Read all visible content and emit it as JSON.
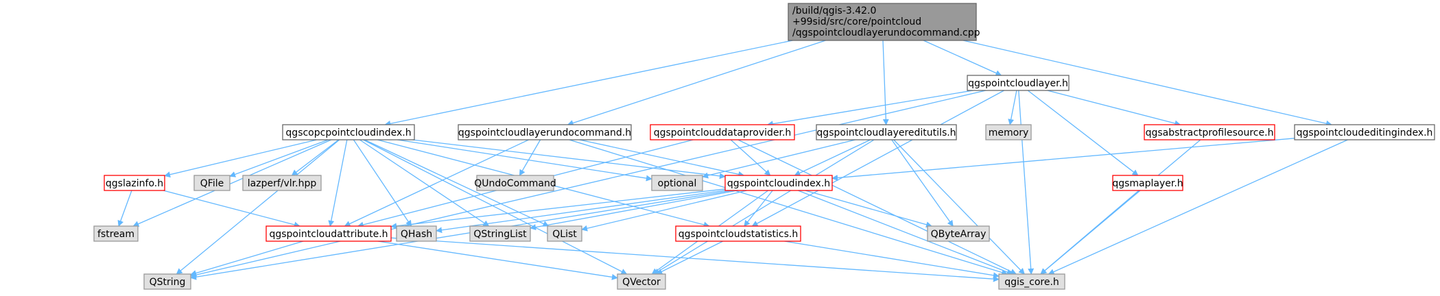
{
  "style": {
    "edge_color": "#63b8ff",
    "root_fill": "#999999",
    "root_border": "#666666",
    "doc_fill": "#ffffff",
    "doc_border": "#666666",
    "highlighted_border": "#ff0000",
    "external_fill": "#e0e0e0",
    "external_border": "#999999"
  },
  "nodes": [
    {
      "id": "root",
      "kind": "root",
      "lines": [
        "/build/qgis-3.42.0",
        "+99sid/src/core/pointcloud",
        "/qgspointcloudlayerundocommand.cpp"
      ]
    },
    {
      "id": "qgscopcpointcloudindex",
      "kind": "doc",
      "lines": [
        "qgscopcpointcloudindex.h"
      ]
    },
    {
      "id": "qgspointcloudlayerundocommand_h",
      "kind": "doc",
      "lines": [
        "qgspointcloudlayerundocommand.h"
      ]
    },
    {
      "id": "qgspointcloudlayereditutils",
      "kind": "doc",
      "lines": [
        "qgspointcloudlayereditutils.h"
      ]
    },
    {
      "id": "qgspointcloudlayer",
      "kind": "doc",
      "lines": [
        "qgspointcloudlayer.h"
      ]
    },
    {
      "id": "qgspointcloudeditingindex",
      "kind": "doc",
      "lines": [
        "qgspointcloudeditingindex.h"
      ]
    },
    {
      "id": "qgspointclouddataprovider",
      "kind": "highlighted",
      "lines": [
        "qgspointclouddataprovider.h"
      ]
    },
    {
      "id": "qgsabstractprofilesource",
      "kind": "highlighted",
      "lines": [
        "qgsabstractprofilesource.h"
      ]
    },
    {
      "id": "memory",
      "kind": "external",
      "lines": [
        "memory"
      ]
    },
    {
      "id": "qgslazinfo",
      "kind": "highlighted",
      "lines": [
        "qgslazinfo.h"
      ]
    },
    {
      "id": "QFile",
      "kind": "external",
      "lines": [
        "QFile"
      ]
    },
    {
      "id": "lazperf",
      "kind": "external",
      "lines": [
        "lazperf/vlr.hpp"
      ]
    },
    {
      "id": "QUndoCommand",
      "kind": "external",
      "lines": [
        "QUndoCommand"
      ]
    },
    {
      "id": "optional",
      "kind": "external",
      "lines": [
        "optional"
      ]
    },
    {
      "id": "qgspointcloudindex",
      "kind": "highlighted",
      "lines": [
        "qgspointcloudindex.h"
      ]
    },
    {
      "id": "qgsmaplayer",
      "kind": "highlighted",
      "lines": [
        "qgsmaplayer.h"
      ]
    },
    {
      "id": "fstream",
      "kind": "external",
      "lines": [
        "fstream"
      ]
    },
    {
      "id": "qgspointcloudattribute",
      "kind": "highlighted",
      "lines": [
        "qgspointcloudattribute.h"
      ]
    },
    {
      "id": "QHash",
      "kind": "external",
      "lines": [
        "QHash"
      ]
    },
    {
      "id": "QStringList",
      "kind": "external",
      "lines": [
        "QStringList"
      ]
    },
    {
      "id": "QList",
      "kind": "external",
      "lines": [
        "QList"
      ]
    },
    {
      "id": "qgspointcloudstatistics",
      "kind": "highlighted",
      "lines": [
        "qgspointcloudstatistics.h"
      ]
    },
    {
      "id": "QByteArray",
      "kind": "external",
      "lines": [
        "QByteArray"
      ]
    },
    {
      "id": "QString",
      "kind": "external",
      "lines": [
        "QString"
      ]
    },
    {
      "id": "QVector",
      "kind": "external",
      "lines": [
        "QVector"
      ]
    },
    {
      "id": "qgis_core",
      "kind": "external",
      "lines": [
        "qgis_core.h"
      ]
    }
  ],
  "edges": [
    [
      "root",
      "qgscopcpointcloudindex"
    ],
    [
      "root",
      "qgspointcloudlayerundocommand_h"
    ],
    [
      "root",
      "qgspointcloudlayereditutils"
    ],
    [
      "root",
      "qgspointcloudlayer"
    ],
    [
      "root",
      "qgspointcloudeditingindex"
    ],
    [
      "qgscopcpointcloudindex",
      "qgslazinfo"
    ],
    [
      "qgscopcpointcloudindex",
      "QFile"
    ],
    [
      "qgscopcpointcloudindex",
      "lazperf"
    ],
    [
      "qgscopcpointcloudindex",
      "optional"
    ],
    [
      "qgscopcpointcloudindex",
      "qgspointcloudindex"
    ],
    [
      "qgscopcpointcloudindex",
      "fstream"
    ],
    [
      "qgscopcpointcloudindex",
      "QString"
    ],
    [
      "qgscopcpointcloudindex",
      "QVector"
    ],
    [
      "qgscopcpointcloudindex",
      "QHash"
    ],
    [
      "qgscopcpointcloudindex",
      "QStringList"
    ],
    [
      "qgscopcpointcloudindex",
      "QList"
    ],
    [
      "qgscopcpointcloudindex",
      "qgspointcloudstatistics"
    ],
    [
      "qgscopcpointcloudindex",
      "qgspointcloudattribute"
    ],
    [
      "qgspointcloudlayerundocommand_h",
      "QUndoCommand"
    ],
    [
      "qgspointcloudlayerundocommand_h",
      "qgspointcloudindex"
    ],
    [
      "qgspointcloudlayerundocommand_h",
      "qgspointcloudattribute"
    ],
    [
      "qgspointcloudlayerundocommand_h",
      "qgis_core"
    ],
    [
      "qgspointcloudlayereditutils",
      "optional"
    ],
    [
      "qgspointcloudlayereditutils",
      "qgspointcloudindex"
    ],
    [
      "qgspointcloudlayereditutils",
      "QByteArray"
    ],
    [
      "qgspointcloudlayereditutils",
      "QVector"
    ],
    [
      "qgspointcloudlayereditutils",
      "qgis_core"
    ],
    [
      "qgspointcloudlayer",
      "QString"
    ],
    [
      "qgspointcloudlayer",
      "qgspointclouddataprovider"
    ],
    [
      "qgspointcloudlayer",
      "memory"
    ],
    [
      "qgspointcloudlayer",
      "qgsabstractprofilesource"
    ],
    [
      "qgspointcloudlayer",
      "qgsmaplayer"
    ],
    [
      "qgspointcloudlayer",
      "qgspointcloudstatistics"
    ],
    [
      "qgspointcloudlayer",
      "qgis_core"
    ],
    [
      "qgspointcloudeditingindex",
      "qgspointcloudindex"
    ],
    [
      "qgspointcloudeditingindex",
      "qgis_core"
    ],
    [
      "qgspointclouddataprovider",
      "qgspointcloudindex"
    ],
    [
      "qgspointclouddataprovider",
      "qgspointcloudattribute"
    ],
    [
      "qgspointclouddataprovider",
      "qgis_core"
    ],
    [
      "qgsabstractprofilesource",
      "qgis_core"
    ],
    [
      "qgslazinfo",
      "fstream"
    ],
    [
      "qgslazinfo",
      "qgspointcloudattribute"
    ],
    [
      "qgspointcloudindex",
      "qgspointcloudattribute"
    ],
    [
      "qgspointcloudindex",
      "QHash"
    ],
    [
      "qgspointcloudindex",
      "QStringList"
    ],
    [
      "qgspointcloudindex",
      "QList"
    ],
    [
      "qgspointcloudindex",
      "qgspointcloudstatistics"
    ],
    [
      "qgspointcloudindex",
      "QByteArray"
    ],
    [
      "qgspointcloudindex",
      "QString"
    ],
    [
      "qgspointcloudindex",
      "QVector"
    ],
    [
      "qgspointcloudindex",
      "qgis_core"
    ],
    [
      "qgsmaplayer",
      "qgis_core"
    ],
    [
      "qgspointcloudattribute",
      "QString"
    ],
    [
      "qgspointcloudattribute",
      "QVector"
    ],
    [
      "qgspointcloudattribute",
      "qgis_core"
    ],
    [
      "qgspointcloudstatistics",
      "QVector"
    ],
    [
      "qgspointcloudstatistics",
      "qgis_core"
    ]
  ]
}
